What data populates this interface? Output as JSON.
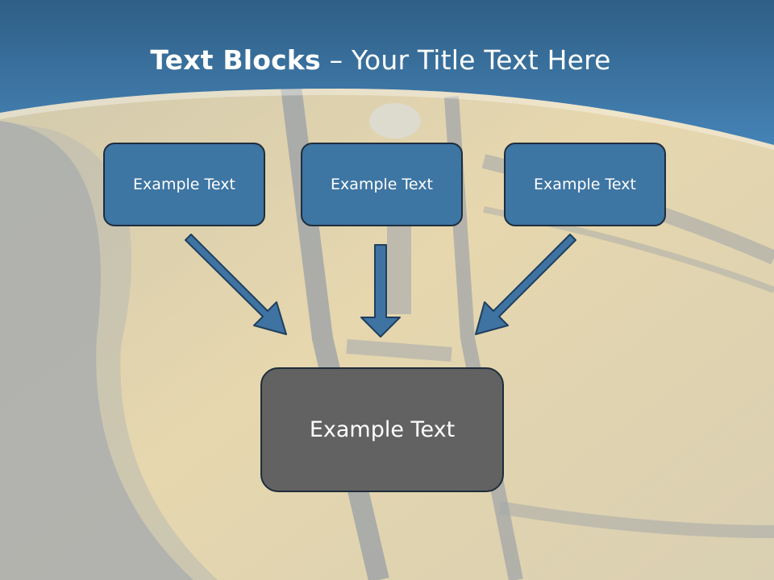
{
  "title": {
    "bold": "Text Blocks",
    "separator": " – ",
    "rest": "Your Title Text Here"
  },
  "blocks": {
    "left": "Example Text",
    "center": "Example Text",
    "right": "Example Text",
    "bottom": "Example Text"
  },
  "colors": {
    "header_blue": "#3d77a8",
    "block_blue": "#3d75a3",
    "block_gray": "#626262",
    "arrow_blue": "#3f73a1",
    "outline": "#1f2d3b"
  }
}
